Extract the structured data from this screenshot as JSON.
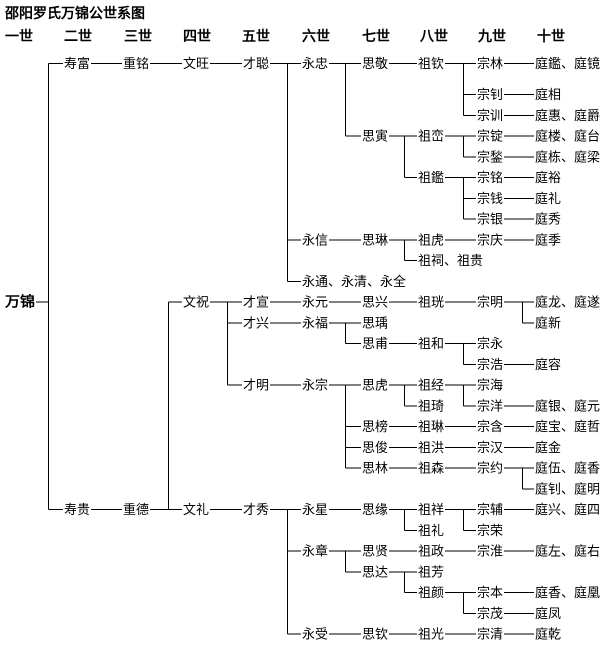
{
  "title": "邵阳罗氏万锦公世系图",
  "generations": [
    "一世",
    "二世",
    "三世",
    "四世",
    "五世",
    "六世",
    "七世",
    "八世",
    "九世",
    "十世"
  ],
  "tree": {
    "name": "万锦",
    "children": [
      {
        "name": "寿富",
        "children": [
          {
            "name": "重铭",
            "children": [
              {
                "name": "文旺",
                "children": [
                  {
                    "name": "才聪",
                    "children": [
                      {
                        "name": "永忠",
                        "children": [
                          {
                            "name": "思敬",
                            "children": [
                              {
                                "name": "祖钦",
                                "children": [
                                  {
                                    "name": "宗林",
                                    "children": [
                                      {
                                        "name": "庭鑑、庭镜"
                                      }
                                    ]
                                  },
                                  {
                                    "name": "宗钊",
                                    "children": [
                                      {
                                        "name": "庭相"
                                      }
                                    ]
                                  },
                                  {
                                    "name": "宗训",
                                    "children": [
                                      {
                                        "name": "庭惠、庭爵"
                                      }
                                    ]
                                  }
                                ]
                              }
                            ]
                          },
                          {
                            "name": "思寅",
                            "children": [
                              {
                                "name": "祖峦",
                                "children": [
                                  {
                                    "name": "宗锭",
                                    "children": [
                                      {
                                        "name": "庭楼、庭台"
                                      }
                                    ]
                                  },
                                  {
                                    "name": "宗鍫",
                                    "children": [
                                      {
                                        "name": "庭栋、庭梁"
                                      }
                                    ]
                                  }
                                ]
                              },
                              {
                                "name": "祖鑑",
                                "children": [
                                  {
                                    "name": "宗铭",
                                    "children": [
                                      {
                                        "name": "庭裕"
                                      }
                                    ]
                                  },
                                  {
                                    "name": "宗钱",
                                    "children": [
                                      {
                                        "name": "庭礼"
                                      }
                                    ]
                                  },
                                  {
                                    "name": "宗银",
                                    "children": [
                                      {
                                        "name": "庭秀"
                                      }
                                    ]
                                  }
                                ]
                              }
                            ]
                          }
                        ]
                      },
                      {
                        "name": "永信",
                        "children": [
                          {
                            "name": "思琳",
                            "children": [
                              {
                                "name": "祖虎",
                                "children": [
                                  {
                                    "name": "宗庆",
                                    "children": [
                                      {
                                        "name": "庭季"
                                      }
                                    ]
                                  }
                                ]
                              },
                              {
                                "name": "祖祠、祖贵"
                              }
                            ]
                          }
                        ]
                      },
                      {
                        "name": "永通、永清、永全"
                      }
                    ]
                  }
                ]
              }
            ]
          }
        ]
      },
      {
        "name": "寿贵",
        "children": [
          {
            "name": "重德",
            "children": [
              {
                "name": "文祝",
                "children": [
                  {
                    "name": "才宣",
                    "children": [
                      {
                        "name": "永元",
                        "children": [
                          {
                            "name": "思兴",
                            "children": [
                              {
                                "name": "祖珖",
                                "children": [
                                  {
                                    "name": "宗明",
                                    "children": [
                                      {
                                        "name": "庭龙、庭遂"
                                      },
                                      {
                                        "name": "庭新"
                                      }
                                    ]
                                  }
                                ]
                              }
                            ]
                          }
                        ]
                      }
                    ]
                  },
                  {
                    "name": "才兴",
                    "children": [
                      {
                        "name": "永福",
                        "children": [
                          {
                            "name": "思瑀"
                          },
                          {
                            "name": "思甫",
                            "children": [
                              {
                                "name": "祖和",
                                "children": [
                                  {
                                    "name": "宗永"
                                  },
                                  {
                                    "name": "宗浩",
                                    "children": [
                                      {
                                        "name": "庭容"
                                      }
                                    ]
                                  }
                                ]
                              }
                            ]
                          }
                        ]
                      }
                    ]
                  },
                  {
                    "name": "才明",
                    "children": [
                      {
                        "name": "永宗",
                        "children": [
                          {
                            "name": "思虎",
                            "children": [
                              {
                                "name": "祖经",
                                "children": [
                                  {
                                    "name": "宗海"
                                  },
                                  {
                                    "name": "宗洋",
                                    "children": [
                                      {
                                        "name": "庭银、庭元"
                                      }
                                    ]
                                  }
                                ]
                              },
                              {
                                "name": "祖琦"
                              }
                            ]
                          },
                          {
                            "name": "思榜",
                            "children": [
                              {
                                "name": "祖琳",
                                "children": [
                                  {
                                    "name": "宗含",
                                    "children": [
                                      {
                                        "name": "庭宝、庭哲"
                                      }
                                    ]
                                  }
                                ]
                              }
                            ]
                          },
                          {
                            "name": "思俊",
                            "children": [
                              {
                                "name": "祖洪",
                                "children": [
                                  {
                                    "name": "宗汉",
                                    "children": [
                                      {
                                        "name": "庭金"
                                      }
                                    ]
                                  }
                                ]
                              }
                            ]
                          },
                          {
                            "name": "思林",
                            "children": [
                              {
                                "name": "祖森",
                                "children": [
                                  {
                                    "name": "宗约",
                                    "children": [
                                      {
                                        "name": "庭伍、庭香"
                                      },
                                      {
                                        "name": "庭钊、庭明"
                                      }
                                    ]
                                  }
                                ]
                              }
                            ]
                          }
                        ]
                      }
                    ]
                  }
                ]
              },
              {
                "name": "文礼",
                "children": [
                  {
                    "name": "才秀",
                    "children": [
                      {
                        "name": "永星",
                        "children": [
                          {
                            "name": "思缘",
                            "children": [
                              {
                                "name": "祖祥",
                                "children": [
                                  {
                                    "name": "宗辅",
                                    "children": [
                                      {
                                        "name": "庭兴、庭四"
                                      }
                                    ]
                                  },
                                  {
                                    "name": "宗荣"
                                  }
                                ]
                              },
                              {
                                "name": "祖礼"
                              }
                            ]
                          }
                        ]
                      },
                      {
                        "name": "永章",
                        "children": [
                          {
                            "name": "思贤",
                            "children": [
                              {
                                "name": "祖政",
                                "children": [
                                  {
                                    "name": "宗淮",
                                    "children": [
                                      {
                                        "name": "庭左、庭右"
                                      }
                                    ]
                                  }
                                ]
                              }
                            ]
                          },
                          {
                            "name": "思达",
                            "children": [
                              {
                                "name": "祖芳"
                              },
                              {
                                "name": "祖颜",
                                "children": [
                                  {
                                    "name": "宗本",
                                    "children": [
                                      {
                                        "name": "庭香、庭凰"
                                      }
                                    ]
                                  },
                                  {
                                    "name": "宗茂",
                                    "children": [
                                      {
                                        "name": "庭凤"
                                      }
                                    ]
                                  }
                                ]
                              }
                            ]
                          }
                        ]
                      },
                      {
                        "name": "永受",
                        "children": [
                          {
                            "name": "思钦",
                            "children": [
                              {
                                "name": "祖光",
                                "children": [
                                  {
                                    "name": "宗清",
                                    "children": [
                                      {
                                        "name": "庭乾"
                                      }
                                    ]
                                  }
                                ]
                              }
                            ]
                          }
                        ]
                      }
                    ]
                  }
                ]
              }
            ]
          }
        ]
      }
    ]
  }
}
